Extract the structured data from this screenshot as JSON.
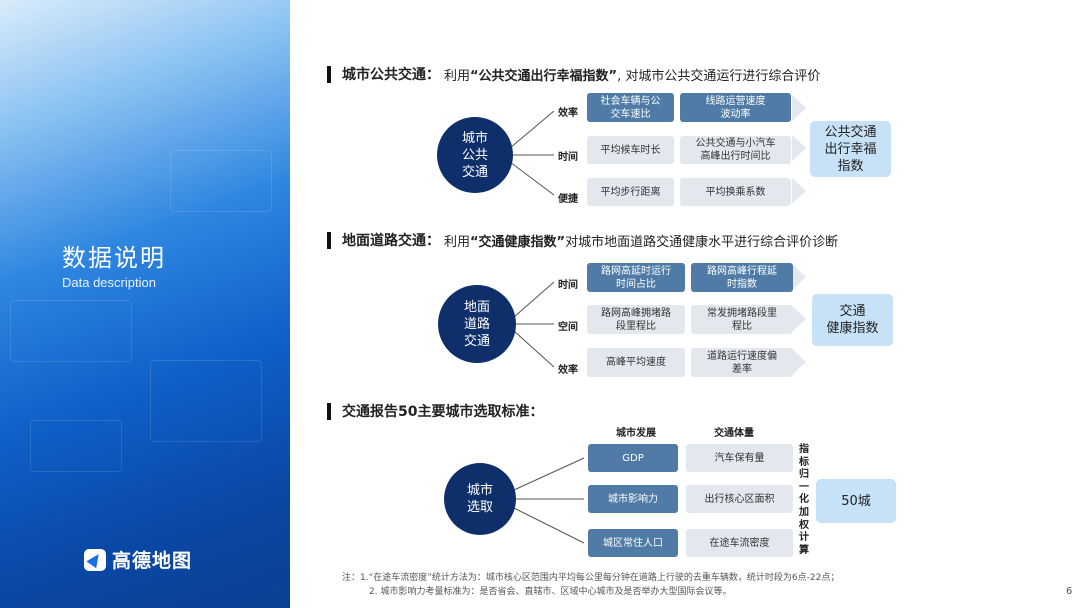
{
  "left": {
    "title": "数据说明",
    "subtitle": "Data description",
    "logo_text": "高德地图"
  },
  "section1": {
    "heading": "城市公共交通：",
    "desc_pre": "利用",
    "desc_quote": "“公共交通出行幸福指数”",
    "desc_post": ", 对城市公共交通运行进行综合评价",
    "center": "城市\n公共\n交通",
    "rows": [
      {
        "label": "效率",
        "boxes": [
          "社会车辆与公\n交车速比",
          "线路运营速度\n波动率"
        ]
      },
      {
        "label": "时间",
        "boxes": [
          "平均候车时长",
          "公共交通与小汽车\n高峰出行时间比"
        ]
      },
      {
        "label": "便捷",
        "boxes": [
          "平均步行距离",
          "平均换乘系数"
        ]
      }
    ],
    "result": "公共交通\n出行幸福\n指数"
  },
  "section2": {
    "heading": "地面道路交通：",
    "desc_pre": "利用",
    "desc_quote": "“交通健康指数”",
    "desc_post": "对城市地面道路交通健康水平进行综合评价诊断",
    "center": "地面\n道路\n交通",
    "rows": [
      {
        "label": "时间",
        "boxes": [
          "路网高延时运行\n时间占比",
          "路网高峰行程延\n时指数"
        ]
      },
      {
        "label": "空间",
        "boxes": [
          "路网高峰拥堵路\n段里程比",
          "常发拥堵路段里\n程比"
        ]
      },
      {
        "label": "效率",
        "boxes": [
          "高峰平均速度",
          "道路运行速度偏\n差率"
        ]
      }
    ],
    "result": "交通\n健康指数"
  },
  "section3": {
    "heading": "交通报告50主要城市选取标准：",
    "center": "城市\n选取",
    "col_heads": [
      "城市发展",
      "交通体量"
    ],
    "rows": [
      [
        "GDP",
        "汽车保有量"
      ],
      [
        "城市影响力",
        "出行核心区面积"
      ],
      [
        "城区常住人口",
        "在途车流密度"
      ]
    ],
    "vertical_text": "指标归一化加权计算",
    "result": "50城"
  },
  "notes": {
    "line1": "注：1.“在途车流密度”统计方法为：城市核心区范围内平均每公里每分钟在道路上行驶的去重车辆数，统计时段为6点-22点；",
    "line2": "2. 城市影响力考量标准为：是否省会、直辖市、区域中心城市及是否举办大型国际会议等。"
  },
  "page_number": "6"
}
